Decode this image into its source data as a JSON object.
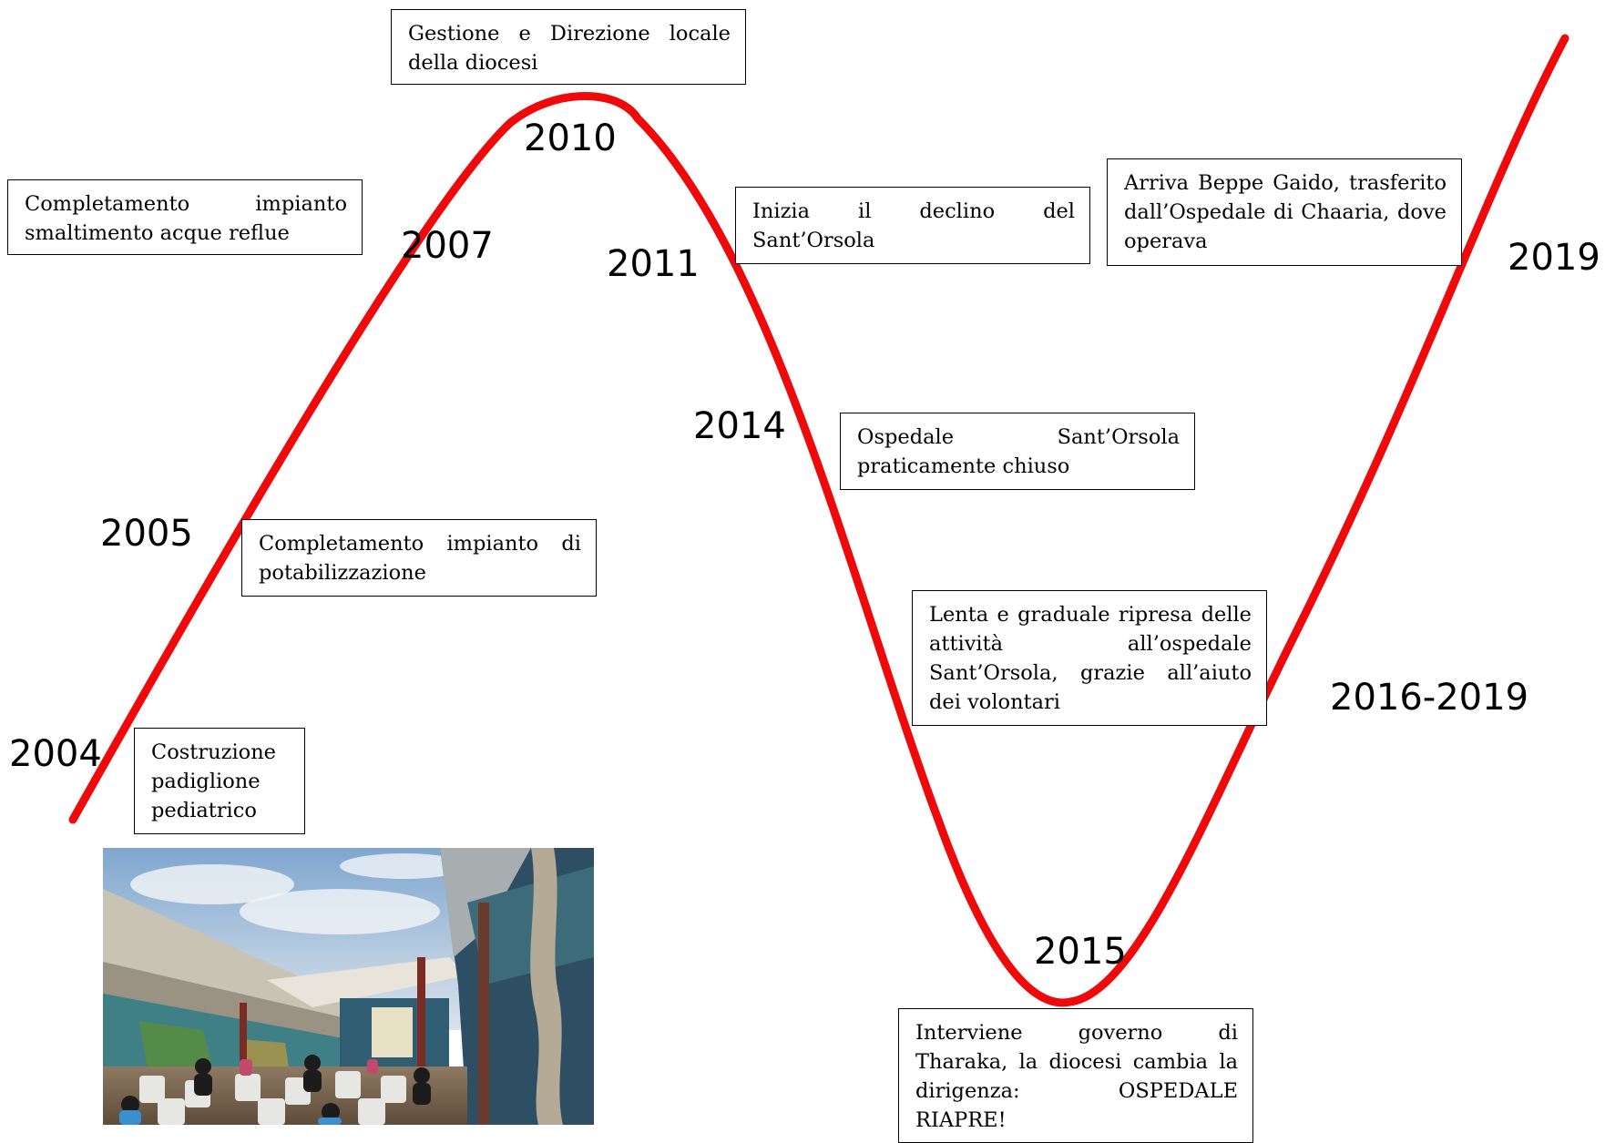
{
  "curve": {
    "color": "#ee0a0a"
  },
  "years": [
    "2004",
    "2005",
    "2007",
    "2010",
    "2011",
    "2014",
    "2015",
    "2016-2019",
    "2019"
  ],
  "notes": [
    "Costruzione padiglione pediatrico",
    "Completamento impianto di potabilizzazione",
    "Completamento impianto smaltimento acque reflue",
    "Gestione e Direzione locale della diocesi",
    "Inizia il declino del Sant’Orsola",
    "Ospedale Sant’Orsola praticamente chiuso",
    "Lenta e graduale ripresa delle attività all’ospedale Sant’Orsola, grazie all’aiuto dei volontari",
    "Interviene governo di Tharaka, la diocesi cambia la dirigenza: OSPEDALE RIAPRE!",
    "Arriva Beppe Gaido, trasferito dall’Ospedale di Chaaria, dove operava"
  ]
}
